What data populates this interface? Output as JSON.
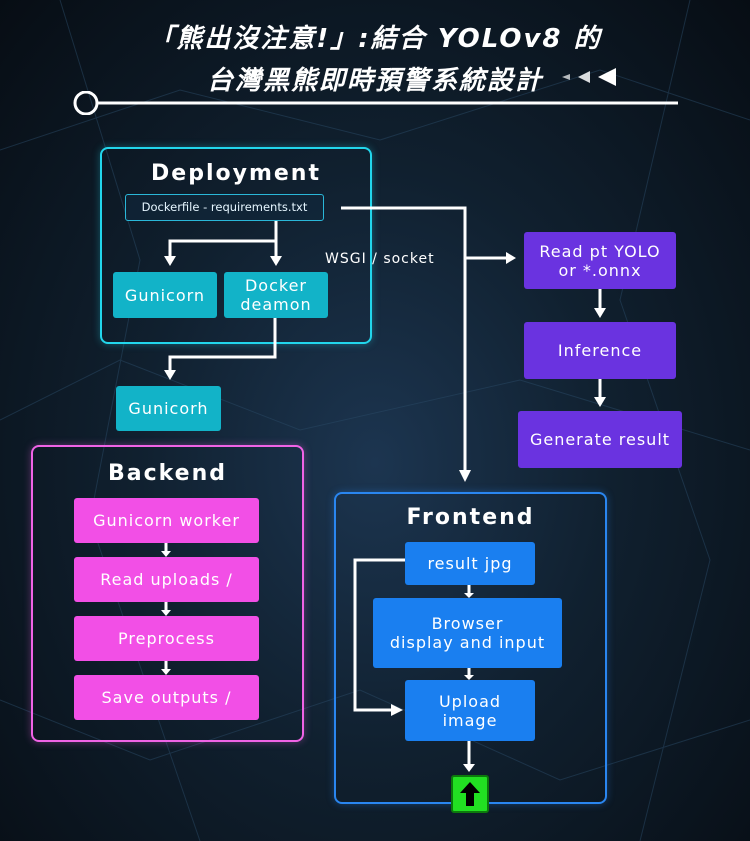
{
  "title": {
    "line1": "「熊出沒注意!」:結合 YOLOv8 的",
    "line2": "台灣黑熊即時預警系統設計"
  },
  "deployment": {
    "title": "Deployment",
    "dockerfile": "Dockerfile - requirements.txt",
    "gunicorn": "Gunicorn",
    "docker_deamon": "Docker\ndeamon",
    "gunicorh": "Gunicorh"
  },
  "wsgi_label": "WSGI / socket",
  "inference_pipeline": {
    "read_model": "Read pt YOLO\nor *.onnx",
    "inference": "Inference",
    "generate": "Generate result"
  },
  "backend": {
    "title": "Backend",
    "steps": [
      "Gunicorn worker",
      "Read uploads /",
      "Preprocess",
      "Save outputs /"
    ]
  },
  "frontend": {
    "title": "Frontend",
    "result_jpg": "result jpg",
    "browser": "Browser\ndisplay and input",
    "upload": "Upload\nimage"
  },
  "colors": {
    "teal": "#12b3c8",
    "pink": "#f24fe6",
    "purple": "#6a33e0",
    "blue": "#1a7ff0",
    "green": "#22e022"
  },
  "icons": {
    "title_triangles": "triangle-left-icon",
    "upload_button": "up-arrow-icon"
  }
}
